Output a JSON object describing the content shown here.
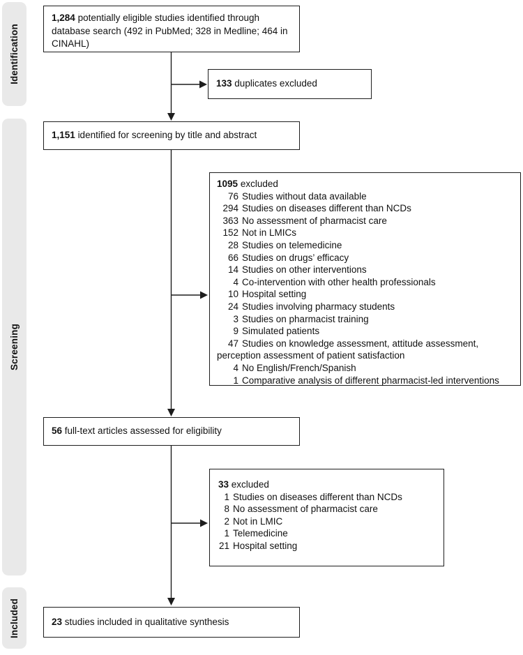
{
  "sidebar": {
    "stages": [
      {
        "id": "identification",
        "label": "Identification"
      },
      {
        "id": "screening",
        "label": "Screening"
      },
      {
        "id": "included",
        "label": "Included"
      }
    ]
  },
  "boxes": {
    "identified": {
      "num": "1,284",
      "text": "potentially eligible studies identified through database search (492 in PubMed; 328 in Medline; 464 in CINAHL)"
    },
    "duplicates": {
      "num": "133",
      "text": "duplicates excluded"
    },
    "screened": {
      "num": "1,151",
      "text": "identified for screening by title and abstract"
    },
    "screening_exclusions": {
      "num": "1095",
      "label": "excluded",
      "reasons": [
        {
          "num": "76",
          "text": "Studies without data available"
        },
        {
          "num": "294",
          "text": "Studies on diseases different than NCDs"
        },
        {
          "num": "363",
          "text": "No assessment of pharmacist care"
        },
        {
          "num": "152",
          "text": "Not in LMICs"
        },
        {
          "num": "28",
          "text": "Studies on telemedicine"
        },
        {
          "num": "66",
          "text": "Studies on drugs’ efficacy"
        },
        {
          "num": "14",
          "text": "Studies on other interventions"
        },
        {
          "num": "4",
          "text": "Co-intervention with other health professionals"
        },
        {
          "num": "10",
          "text": "Hospital setting"
        },
        {
          "num": "24",
          "text": "Studies involving pharmacy students"
        },
        {
          "num": "3",
          "text": "Studies on pharmacist training"
        },
        {
          "num": "9",
          "text": "Simulated patients"
        },
        {
          "num": "47",
          "text": "Studies on knowledge assessment, attitude assessment,",
          "cont": "perception assessment of patient satisfaction"
        },
        {
          "num": "4",
          "text": "No English/French/Spanish"
        },
        {
          "num": "1",
          "text": "Comparative analysis of different pharmacist-led interventions"
        }
      ]
    },
    "fulltext": {
      "num": "56",
      "text": "full-text articles assessed for eligibility"
    },
    "eligibility_exclusions": {
      "num": "33",
      "label": "excluded",
      "reasons": [
        {
          "num": "1",
          "text": "Studies on diseases different than NCDs"
        },
        {
          "num": "8",
          "text": "No assessment of pharmacist care"
        },
        {
          "num": "2",
          "text": "Not in LMIC"
        },
        {
          "num": "1",
          "text": "Telemedicine"
        },
        {
          "num": "21",
          "text": "Hospital setting"
        }
      ]
    },
    "included": {
      "num": "23",
      "text": "studies included in qualitative synthesis"
    }
  },
  "colors": {
    "stage_bar_bg": "#e9e9e9",
    "box_border": "#1d1d1d",
    "text": "#111111",
    "background": "#ffffff"
  }
}
